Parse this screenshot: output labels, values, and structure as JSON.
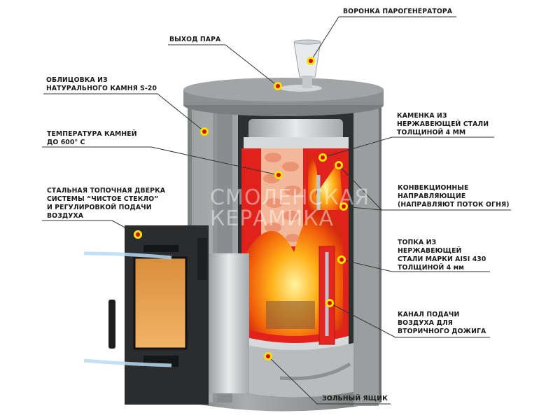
{
  "title": "Устройство печи",
  "watermark": [
    "СМОЛЕНСКАЯ",
    "КЕРАМИКА"
  ],
  "colors": {
    "dot_ring": "#f5e300",
    "dot_center": "#e00000",
    "fire_chamber": "#e0211c",
    "stone": "#8c8f90",
    "leader": "#333333"
  },
  "labels": {
    "funnel": [
      "ВОРОНКА ПАРОГЕНЕРАТОРА"
    ],
    "steam_outlet": [
      "ВЫХОД ПАРА"
    ],
    "cladding": [
      "ОБЛИЦОВКА ИЗ",
      "НАТУРАЛЬНОГО КАМНЯ S-20"
    ],
    "stone_temp": [
      "ТЕМПЕРАТУРА КАМНЕЙ",
      "ДО 600° С"
    ],
    "door": [
      "СТАЛЬНАЯ ТОПОЧНАЯ ДВЕРКА",
      "СИСТЕМЫ “ЧИСТОЕ СТЕКЛО”",
      "И РЕГУЛИРОВКОЙ ПОДАЧИ",
      "ВОЗДУХА"
    ],
    "heater": [
      "КАМЕНКА ИЗ",
      "НЕРЖАВЕЮЩЕЙ СТАЛИ",
      "ТОЛЩИНОЙ 4 ММ"
    ],
    "convection": [
      "КОНВЕКЦИОННЫЕ",
      "НАПРАВЛЯЮЩИЕ",
      "(НАПРАВЛЯЮТ ПОТОК ОГНЯ)"
    ],
    "firebox": [
      "ТОПКА ИЗ",
      "НЕРЖАВЕЮЩЕЙ",
      "СТАЛИ МАРКИ AISI 430",
      "ТОЛЩИНОЙ 4 мм"
    ],
    "air_channel": [
      "КАНАЛ ПОДАЧИ",
      "ВОЗДУХА ДЛЯ",
      "ВТОРИЧНОГО ДОЖИГА"
    ],
    "ash_box": [
      "ЗОЛЬНЫЙ ЯЩИК"
    ]
  }
}
